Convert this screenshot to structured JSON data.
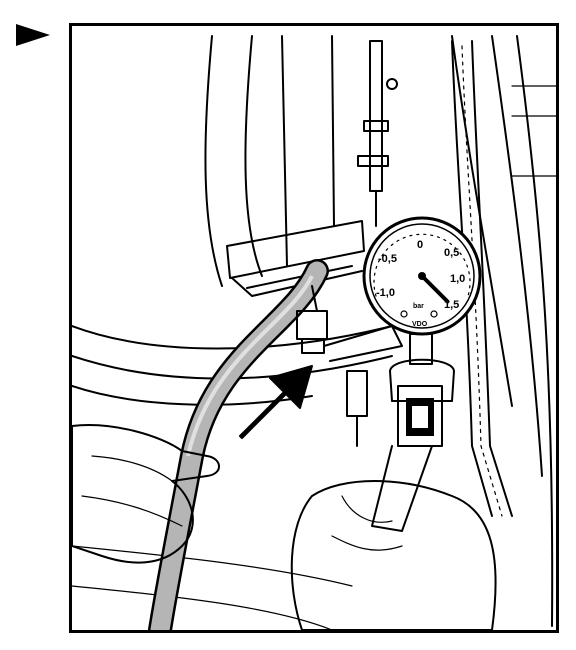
{
  "figure": {
    "pointer_icon": "triangle-right-icon",
    "gauge": {
      "scale_labels": [
        "-1,0",
        "-0,5",
        "0",
        "0,5",
        "1,0",
        "1,5"
      ],
      "unit_label": "bar",
      "brand_label": "VDO",
      "needle_value": 1.5
    },
    "arrow_icon": "arrow-up-right-icon",
    "hand_icon": "hand-icon",
    "hose_icon": "hose-icon"
  }
}
